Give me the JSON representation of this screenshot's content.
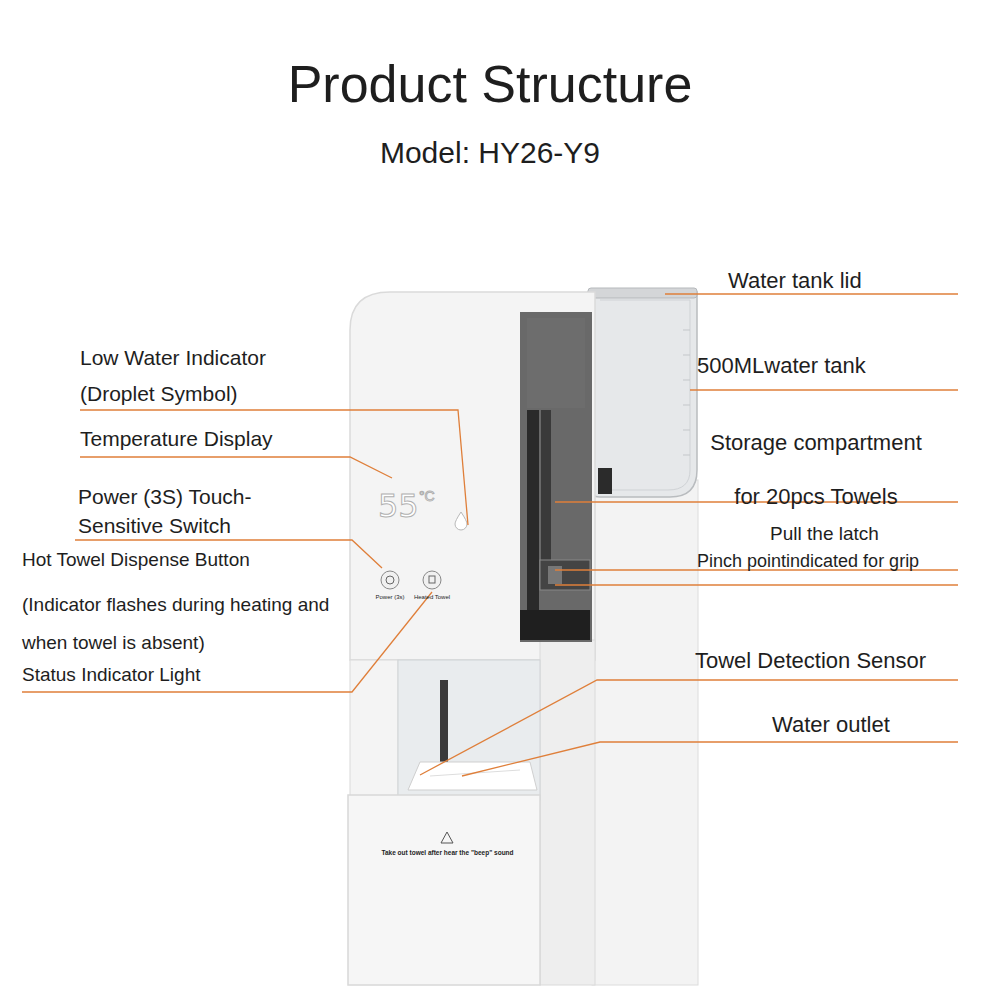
{
  "diagram": {
    "title": "Product Structure",
    "labels": [
      "Model: HY26-Y9",
      "Water tank lid",
      "Low Water Indicator (Droplet Symbol)",
      "500MLwater tank",
      "Temperature Display",
      "Storage compartment for 20pcs Towels",
      "Power (3S) Touch-Sensitive Switch",
      "Pull the latch",
      "Hot Towel Dispense Button",
      "Pinch pointindicated for grip",
      "(Indicator flashes during heating and when towel is absent)",
      "Status Indicator Light",
      "Towel Detection Sensor",
      "Water outlet",
      "55",
      "°C",
      "Power (3s)",
      "Heated Towel",
      "Take out towel after hear the \"beep\" sound"
    ]
  }
}
